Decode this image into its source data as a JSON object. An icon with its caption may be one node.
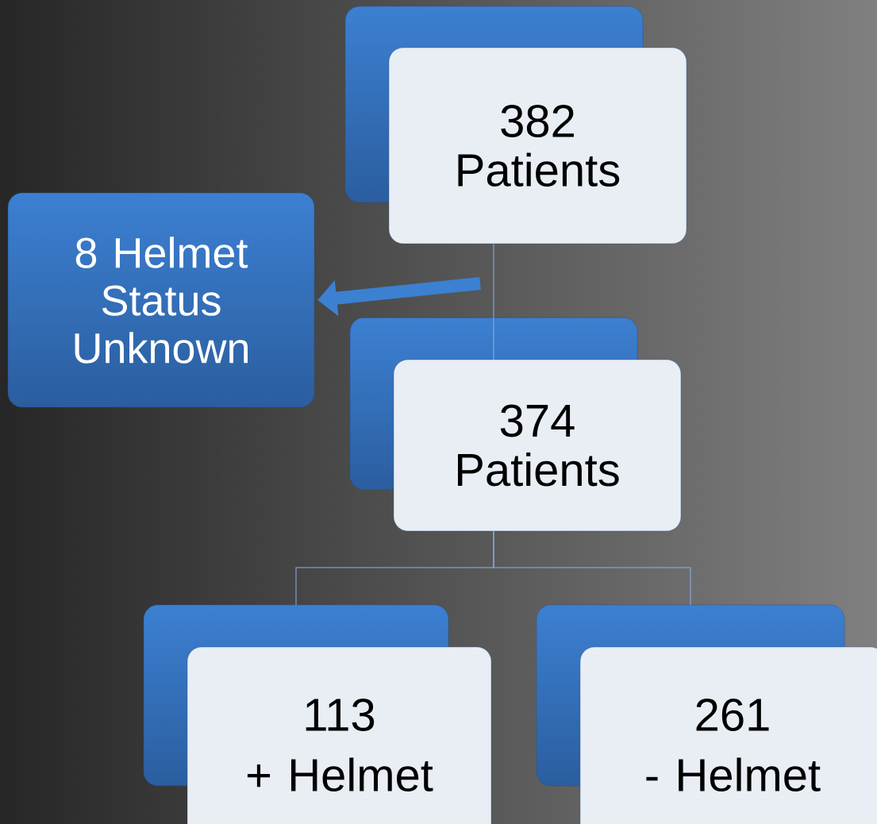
{
  "diagram": {
    "nodes": [
      {
        "text": [
          "382 Patients"
        ]
      },
      {
        "text": [
          "8 Helmet Status Unknown"
        ]
      },
      {
        "text": [
          "374 Patients"
        ]
      },
      {
        "text": [
          "113",
          "+ Helmet"
        ]
      },
      {
        "text": [
          "261",
          "- Helmet"
        ]
      }
    ],
    "edges": [
      {
        "from": 0,
        "to": 2,
        "arrow": "none"
      },
      {
        "from": null,
        "to": 1,
        "arrow": "to",
        "style": "thick"
      },
      {
        "from": 2,
        "to": 3,
        "arrow": "none"
      },
      {
        "from": 2,
        "to": 4,
        "arrow": "none"
      }
    ]
  }
}
